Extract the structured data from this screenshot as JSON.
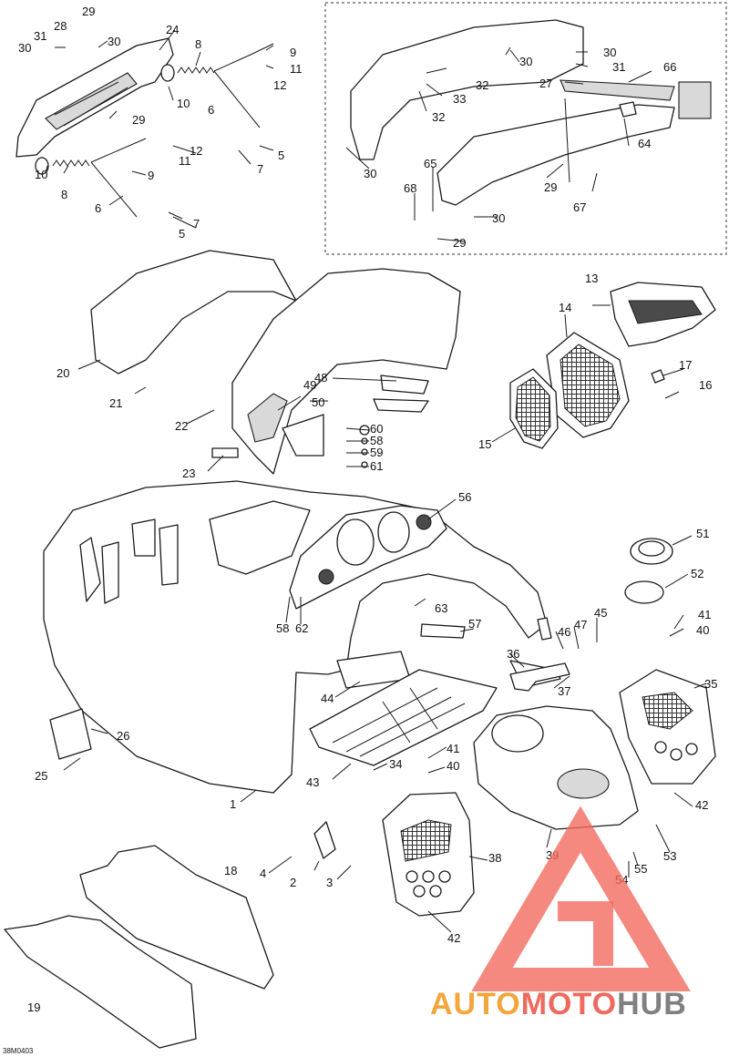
{
  "drawing_code": "38M0403",
  "callout_labels": [
    "1",
    "2",
    "3",
    "4",
    "5",
    "6",
    "7",
    "8",
    "9",
    "10",
    "11",
    "12",
    "13",
    "14",
    "15",
    "16",
    "17",
    "18",
    "19",
    "20",
    "21",
    "22",
    "23",
    "24",
    "25",
    "26",
    "27",
    "28",
    "29",
    "30",
    "31",
    "32",
    "33",
    "34",
    "35",
    "36",
    "37",
    "38",
    "39",
    "40",
    "41",
    "42",
    "43",
    "44",
    "45",
    "46",
    "47",
    "48",
    "49",
    "50",
    "51",
    "52",
    "53",
    "54",
    "55",
    "56",
    "57",
    "58",
    "59",
    "60",
    "61",
    "62",
    "63",
    "64",
    "65",
    "66",
    "67",
    "68"
  ],
  "watermark": {
    "part_orange": "AUTO",
    "part_red": "MOTO",
    "part_gray": "HUB",
    "colors": {
      "orange": "#f3a63c",
      "red": "#ef6a5e",
      "gray": "#808080"
    }
  }
}
